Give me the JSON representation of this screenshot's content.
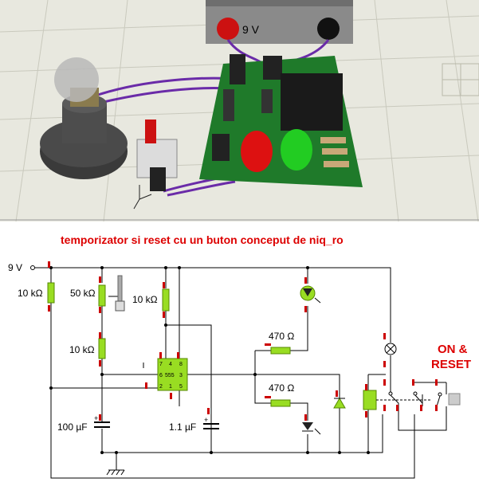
{
  "scene": {
    "battery_label": "9 V",
    "colors": {
      "floor": "#e8e8df",
      "grid": "#c8c8bc",
      "pcb": "#1f7a2a",
      "wire": "#6a2ba8",
      "red_led": "#dd1111",
      "green_led": "#22cc22"
    }
  },
  "schematic": {
    "title": "temporizator si reset cu un buton conceput de niq_ro",
    "supply": "9 V",
    "r1": "10 kΩ",
    "pot": "50 kΩ",
    "r2": "10 kΩ",
    "r3": "10 kΩ",
    "r4": "470 Ω",
    "r5": "470 Ω",
    "c1": "100 µF",
    "c2": "1.1 µF",
    "ic_label": "555",
    "ic_pins": {
      "p7": "7",
      "p4": "4",
      "p8": "8",
      "p6": "6",
      "p3": "3",
      "p2": "2",
      "p1": "1",
      "p5": "5"
    },
    "on_reset_line1": "ON &",
    "on_reset_line2": "RESET",
    "plus_sign": "+",
    "colors": {
      "title": "#dd0000",
      "component": "#99dd22",
      "marker": "#cc0000"
    }
  }
}
